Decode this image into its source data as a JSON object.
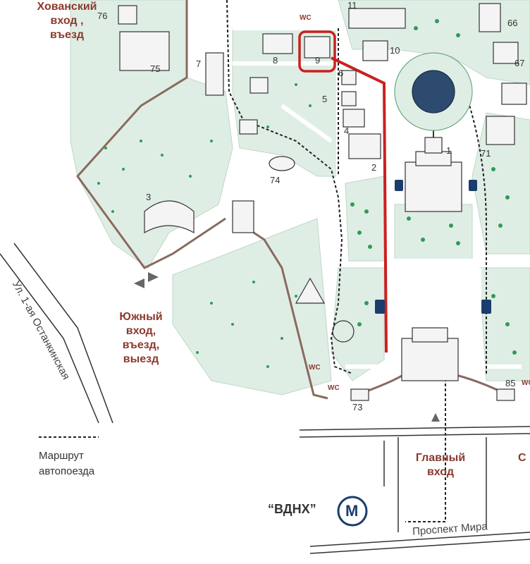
{
  "map": {
    "entrances": {
      "khovansky": "Хованский\nвход ,\nвъезд",
      "south": "Южный\nвход,\nвъезд,\nвыезд",
      "main": "Главный\nвход",
      "cut_right": "С"
    },
    "streets": {
      "ostankinskaya": "Ул. 1-ая Останкинская",
      "mira": "Проспект Мира"
    },
    "metro": {
      "station": "“ВДНХ”",
      "symbol": "М"
    },
    "legend": {
      "route_line1": "Маршрут",
      "route_line2": "автопоезда"
    },
    "wc": [
      "WC",
      "WC",
      "WC",
      "WC"
    ],
    "pavilions": {
      "p1": "1",
      "p2": "2",
      "p3": "3",
      "p4": "4",
      "p5": "5",
      "p6": "6",
      "p7": "7",
      "p8": "8",
      "p9": "9",
      "p10": "10",
      "p11": "11",
      "p66": "66",
      "p67": "67",
      "p71": "71",
      "p73": "73",
      "p74": "74",
      "p75": "75",
      "p76": "76",
      "p85": "85"
    },
    "colors": {
      "park": "#dfeee5",
      "path": "#ffffff",
      "boundary": "#8a6a5e",
      "highlight": "#cc1f1f",
      "title": "#8b3a2e"
    }
  }
}
